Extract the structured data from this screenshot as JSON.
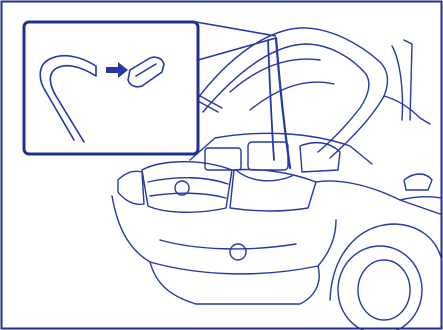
{
  "figure": {
    "kind": "line-illustration",
    "subject": "vehicle-front-with-hood-open",
    "inset": "hood-support-rod-clip-detail",
    "colors": {
      "stroke": "#2438a6",
      "background": "#ffffff",
      "frame": "#1f2f8f"
    }
  }
}
